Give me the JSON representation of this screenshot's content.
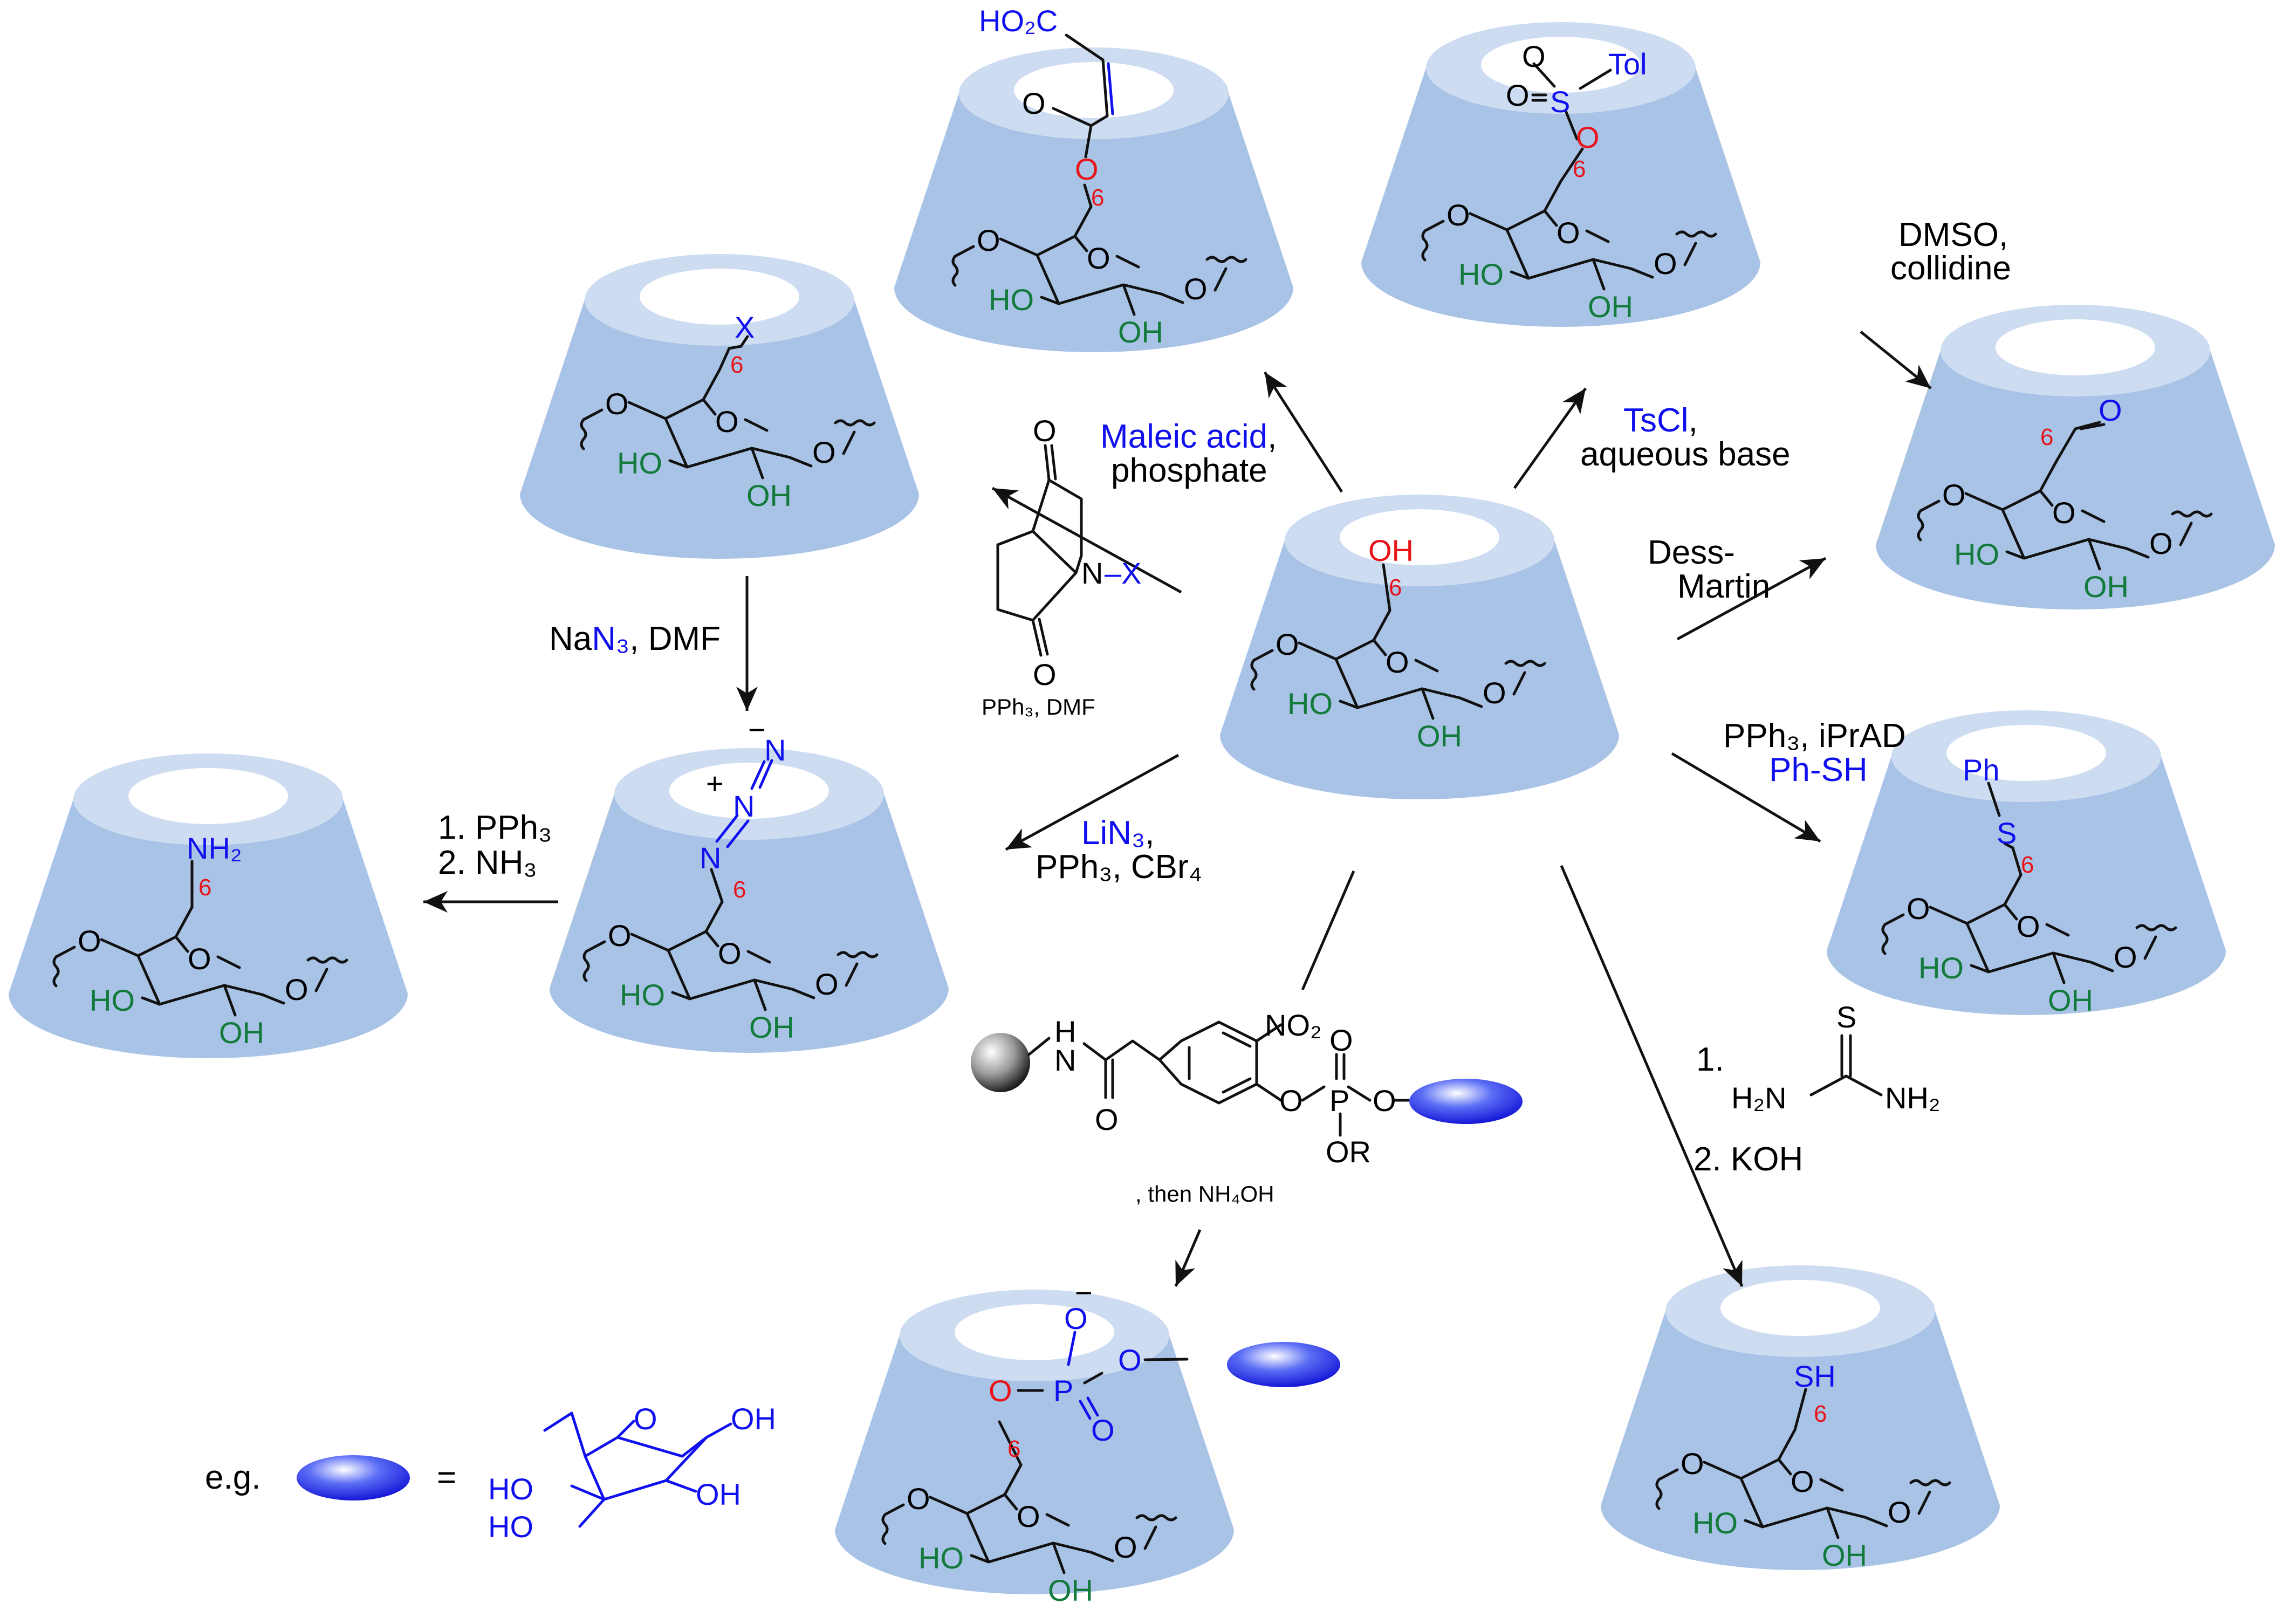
{
  "colors": {
    "cup_body": "#a9c3e6",
    "cup_rim": "#cddcf1",
    "substituent_blue": "#1010ee",
    "hydroxyl_green": "#127a3b",
    "oxygen_red": "#e8141a",
    "position_label": "#e8141a"
  },
  "cups": {
    "center": {
      "group": "OH",
      "position": "6",
      "ring_oh_3": "HO",
      "ring_oh_2": "OH"
    },
    "maleate": {
      "group_top": "HO₂C",
      "carbonyl": "O",
      "ester_o": "O",
      "position": "6",
      "ring_oh_3": "HO",
      "ring_oh_2": "OH"
    },
    "tosylate": {
      "group_top": "O",
      "sulfur": "S",
      "tol": "Tol",
      "sulfonyl_o": "O",
      "ester_o": "O",
      "position": "6",
      "ring_oh_3": "HO",
      "ring_oh_2": "OH"
    },
    "aldehyde": {
      "group": "O",
      "position": "6",
      "ring_oh_3": "HO",
      "ring_oh_2": "OH"
    },
    "halide": {
      "group": "X",
      "position": "6",
      "ring_oh_3": "HO",
      "ring_oh_2": "OH"
    },
    "azide": {
      "n1": "N",
      "n2": "N",
      "n3": "N",
      "plus": "+",
      "minus": "−",
      "position": "6",
      "ring_oh_3": "HO",
      "ring_oh_2": "OH"
    },
    "amine": {
      "group": "NH₂",
      "position": "6",
      "ring_oh_3": "HO",
      "ring_oh_2": "OH"
    },
    "thioether": {
      "ph": "Ph",
      "sulfur": "S",
      "position": "6",
      "ring_oh_3": "HO",
      "ring_oh_2": "OH"
    },
    "thiol": {
      "group": "SH",
      "position": "6",
      "ring_oh_3": "HO",
      "ring_oh_2": "OH"
    },
    "phosphate": {
      "ester_o": "O",
      "p": "P",
      "o_minus": "O",
      "minus": "−",
      "o_double": "O",
      "o_link": "O",
      "position": "6",
      "ring_oh_3": "HO",
      "ring_oh_2": "OH"
    }
  },
  "ring_ether_o": "O",
  "reagents": {
    "maleic": {
      "line1_blue": "Maleic acid",
      "line1_tail": ",",
      "line2": "phosphate"
    },
    "tscl": {
      "line1_blue": "TsCl",
      "line1_tail": ",",
      "line2": "aqueous base"
    },
    "dmso": {
      "line1": "DMSO,",
      "line2": "collidine"
    },
    "dess": {
      "line1": "Dess-",
      "line2": "Martin"
    },
    "nhs": {
      "o1": "O",
      "o2": "O",
      "n": "N",
      "dash_x": "–X",
      "below": "PPh₃, DMF"
    },
    "nan3": {
      "pre": "Na",
      "blue": "N₃",
      "post": ", DMF"
    },
    "lin3": {
      "line1_blue": "LiN₃",
      "line1_tail": ",",
      "line2": "PPh₃, CBr₄"
    },
    "staudinger": {
      "line1": "1. PPh₃",
      "line2": "2. NH₃"
    },
    "mitsunobu": {
      "line1": "PPh₃, iPrAD",
      "line2_blue": "Ph-SH"
    },
    "thiourea": {
      "step1": "1.",
      "s": "S",
      "h2n": "H₂N",
      "nh2": "NH₂",
      "step2": "2. KOH"
    },
    "phosphorylation": {
      "nh": "H",
      "n": "N",
      "carbonyl": "O",
      "no2": "NO₂",
      "o_ar": "O",
      "p": "P",
      "p_o": "O",
      "p_or": "OR",
      "o_link": "O",
      "then": ", then NH₄OH"
    }
  },
  "legend": {
    "prefix": "e.g.",
    "equals": "=",
    "oh1": "OH",
    "oh2": "OH",
    "ho1": "HO",
    "ho2": "HO",
    "ring_o": "O"
  }
}
